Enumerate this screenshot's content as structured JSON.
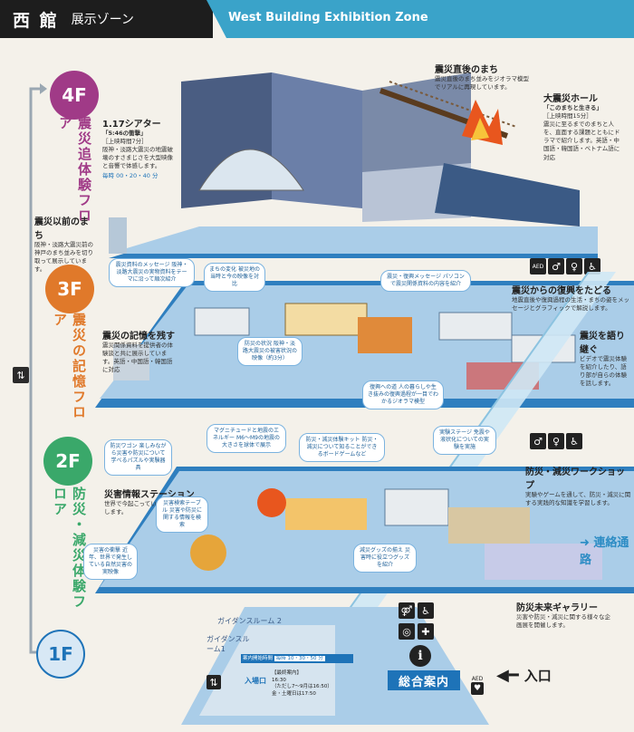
{
  "header": {
    "building": "西 館",
    "zone_jp": "展示ゾーン",
    "zone_en": "West Building Exhibition Zone"
  },
  "floors": {
    "f4": {
      "label": "4F",
      "name": "震災追体験フロア",
      "color": "#a03a87"
    },
    "f3": {
      "label": "3F",
      "name": "震災の記憶フロア",
      "color": "#e0792a"
    },
    "f2": {
      "label": "2F",
      "name": "防災・減災体験フロア",
      "color": "#3aa86a"
    },
    "f1": {
      "label": "1F",
      "color": "#1e73b8"
    }
  },
  "f4_callouts": {
    "theater": {
      "title": "1.17シアター",
      "sub": "「5:46の衝撃」",
      "duration": "［上映時間7分］",
      "desc": "阪神・淡路大震災の地震破壊のすさまじさを大型映像と音響で体感します。",
      "schedule": "毎時 00・20・40 分"
    },
    "town_after": {
      "title": "震災直後のまち",
      "desc": "震災直後のまち並みをジオラマ模型でリアルに再現しています。"
    },
    "hall": {
      "title": "大震災ホール",
      "sub": "「このまちと生きる」",
      "duration": "［上映時間15分］",
      "desc": "震災に至るまでのまちと人を、直面する課題とともにドラマで紹介します。英語・中国語・韓国語・ベトナム語に対応"
    },
    "town_before": {
      "title": "震災以前のまち",
      "desc": "阪神・淡路大震災前の神戸のまち並みを切り取って展示しています。"
    }
  },
  "f3_callouts": {
    "memory": {
      "title": "震災の記憶を残す",
      "desc": "震災関係資料を提供者の体験談と共に展示しています。英語・中国語・韓国語に対応"
    },
    "revival": {
      "title": "震災からの復興をたどる",
      "desc": "地震直後や復興過程の生活・まちの姿をメッセージとグラフィックで解説します。"
    },
    "tell": {
      "title": "震災を語り継ぐ",
      "desc": "ビデオで震災体験を紹介したり、語り部が自らの体験を話します。"
    },
    "b1": "震災資料のメッセージ 阪神・淡路大震災の実物資料をテーマに沿って順次紹介",
    "b2": "まちの変化 被災地の当時と今の映像を対比",
    "b3": "震災・復興メッセージ パソコンで震災関係資料の内容を紹介",
    "b4": "防災の状況 阪神・淡路大震災の被害状況の映像（約3分）",
    "b5": "復興への道 人の暮らしや生き抜みの復興過程が一目でわかるジオラマ模型"
  },
  "f2_callouts": {
    "station": {
      "title": "災害情報ステーション",
      "desc": "世界で今起こっている自然災害を学習します。"
    },
    "workshop": {
      "title": "防災・減災ワークショップ",
      "desc": "実験やゲームを通して、防災・減災に関する実践的な知識を学習します。"
    },
    "gallery": {
      "title": "防災未来ギャラリー",
      "desc": "災害や防災・減災に関する様々な企画展を開催します。"
    },
    "corridor": "連絡通路",
    "b1": "防災ワゴン 楽しみながら災害や防災について学べるパズルや実験器具",
    "b2": "マグニチュードと地震のエネルギー M6〜M9の地震の大きさを球体で展示",
    "b3": "防災・減災体験キット 防災・減災について知ることができるボードゲームなど",
    "b4": "実験ステージ 免震や液状化についての実験を実施",
    "b5": "災害検索テーブル 災害や防災に関する情報を検索",
    "b6": "災害の衝撃 近年、世界で発生している自然災害の実映像",
    "b7": "減災グッズの揃え 災害時に役立つグッズを紹介"
  },
  "f1": {
    "guidance2": "ガイダンスルーム 2",
    "guidance1": "ガイダンスルーム1",
    "guide_time_label": "案内開始時間",
    "guide_time": "毎時 10・30・50 分",
    "entrance_label": "入場口",
    "last_entry_title": "【最終案内】",
    "last_entry": "16:30",
    "last_entry_note": "（ただし7〜9月は16:50）",
    "last_entry_note2": "金・土曜日は17:50",
    "info": "総合案内",
    "entrance": "入口"
  },
  "icons": {
    "aed": "AED",
    "info_icon": "i"
  }
}
